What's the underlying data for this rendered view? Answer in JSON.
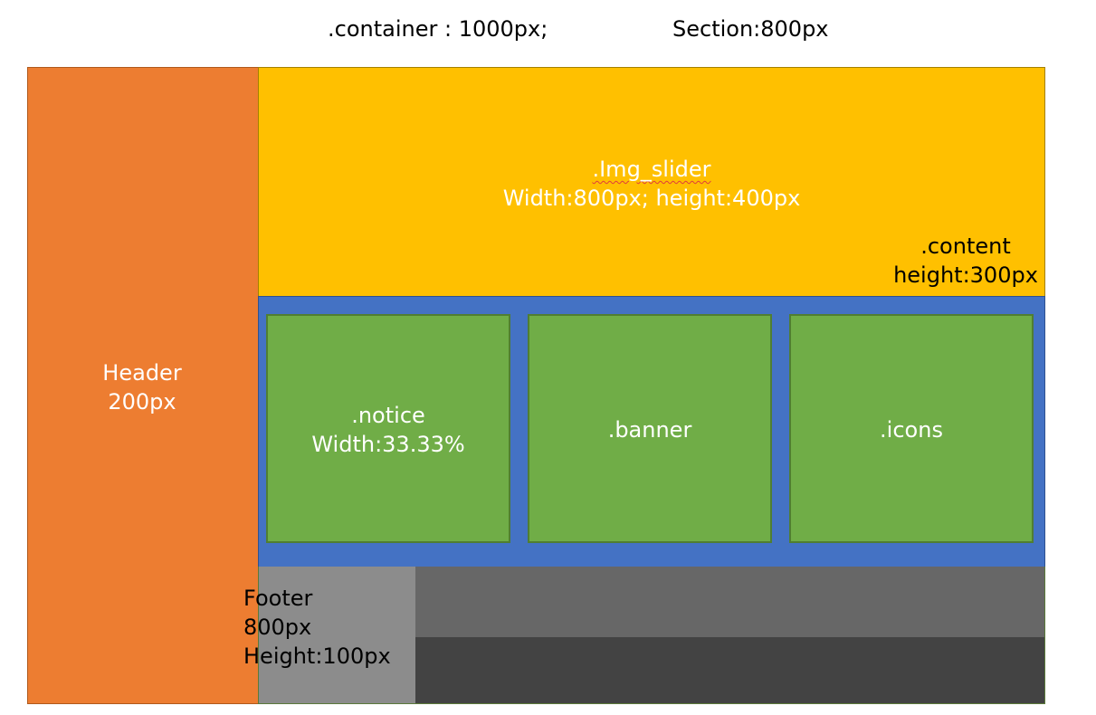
{
  "top": {
    "container_label": ".container : 1000px;",
    "section_label": "Section:800px"
  },
  "header": {
    "line1": "Header",
    "line2": "200px"
  },
  "img_slider": {
    "line1": ".Img_slider",
    "line2": "Width:800px; height:400px"
  },
  "content": {
    "line1": ".content",
    "line2": "height:300px"
  },
  "cells": [
    {
      "line1": ".notice",
      "line2": "Width:33.33%"
    },
    {
      "line1": ".banner"
    },
    {
      "line1": ".icons"
    }
  ],
  "footer": {
    "line1": "Footer",
    "line2": "800px",
    "line3": "Height:100px"
  },
  "colors": {
    "header": "#ed7d31",
    "img_slider": "#ffc000",
    "content": "#4472c4",
    "cell": "#70ad47",
    "footer_left": "#8c8c8c",
    "footer_mid": "#676767",
    "footer_bottom": "#434343"
  }
}
